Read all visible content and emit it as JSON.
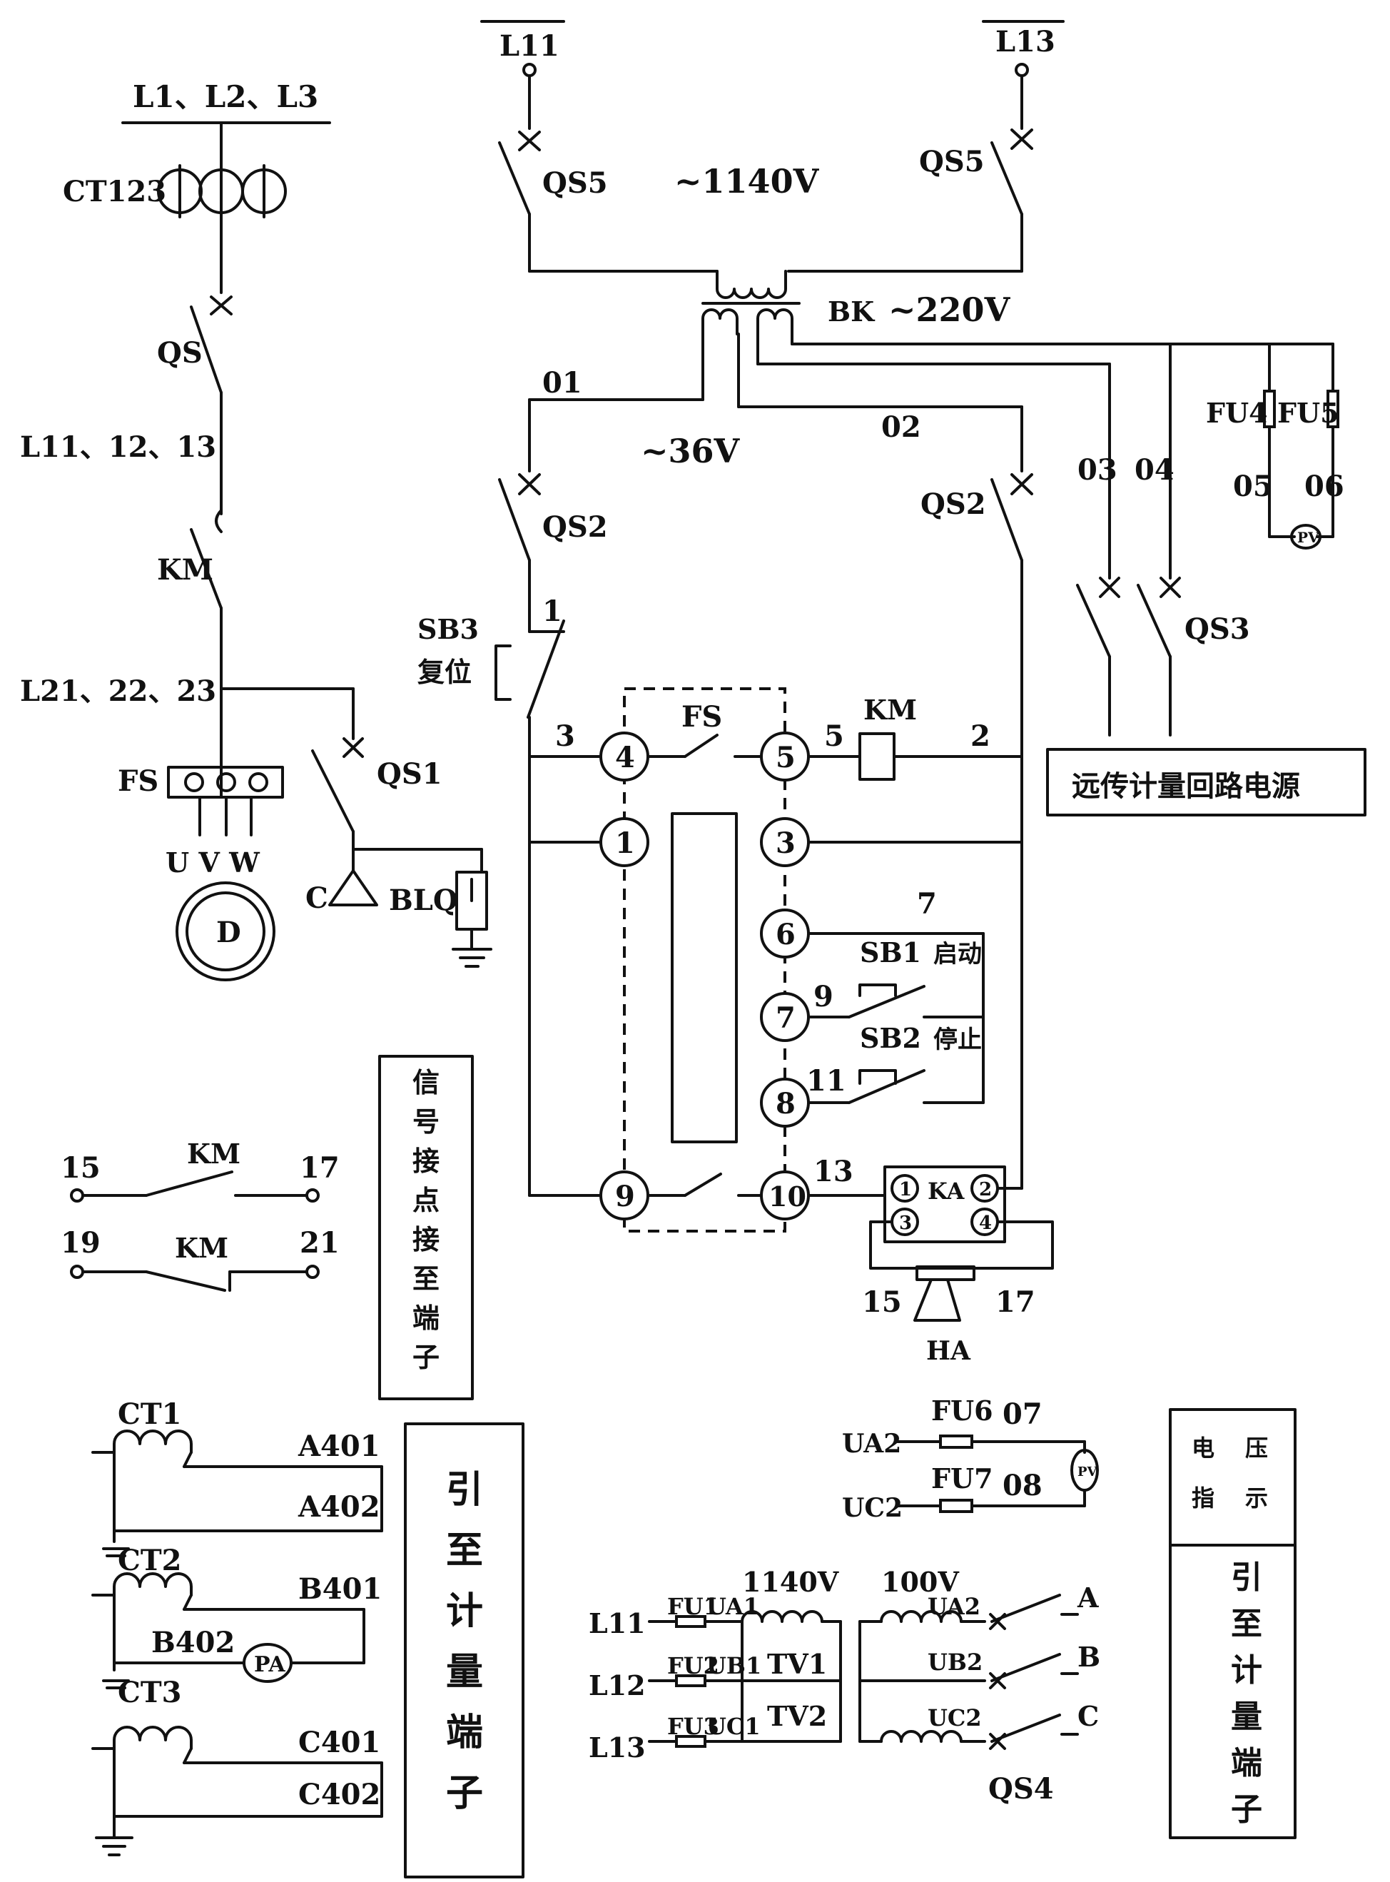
{
  "labels": {
    "l1l2l3": "L1、L2、L3",
    "ct123": "CT123",
    "qs": "QS",
    "l111213": "L11、12、13",
    "km_main": "KM",
    "l212223": "L21、22、23",
    "fs_main": "FS",
    "uvw": "U V W",
    "motor": "D",
    "c": "C",
    "qs1": "QS1",
    "blq": "BLQ",
    "l11_top": "L11",
    "l13_top": "L13",
    "qs5_left": "QS5",
    "qs5_right": "QS5",
    "v1140": "~1140V",
    "bk": "BK",
    "v220": "~220V",
    "w01": "01",
    "w02": "02",
    "v36": "~36V",
    "qs2_left": "QS2",
    "qs2_right": "QS2",
    "w03": "03",
    "w04": "04",
    "fu4": "FU4",
    "fu5": "FU5",
    "w05": "05",
    "w06": "06",
    "pv": "PV",
    "qs3": "QS3",
    "sb3": "SB3",
    "sb3_reset": "复位",
    "wire1": "1",
    "wire3": "3",
    "fs_ctrl": "FS",
    "wire5": "5",
    "km_coil": "KM",
    "wire2": "2",
    "remote_power": "远传计量回路电源",
    "t4": "4",
    "t5": "5",
    "t1": "1",
    "t3": "3",
    "t6": "6",
    "t7": "7",
    "t8": "8",
    "t9": "9",
    "t10": "10",
    "wire7": "7",
    "sb1": "SB1",
    "sb1_func": "启动",
    "wire9": "9",
    "sb2": "SB2",
    "sb2_func": "停止",
    "wire11": "11",
    "wire13": "13",
    "ka": "KA",
    "ka1": "1",
    "ka2": "2",
    "ka3": "3",
    "ka4": "4",
    "w15b": "15",
    "w17b": "17",
    "ha": "HA",
    "signal_box": [
      "信",
      "号",
      "接",
      "点",
      "接",
      "至",
      "端",
      "子"
    ],
    "c15": "15",
    "c17": "17",
    "c19": "19",
    "c21": "21",
    "km_no": "KM",
    "km_nc": "KM",
    "ct1": "CT1",
    "ct2": "CT2",
    "ct3": "CT3",
    "a401": "A401",
    "a402": "A402",
    "b401": "B401",
    "b402": "B402",
    "pa": "PA",
    "c401": "C401",
    "c402": "C402",
    "meter_box_mid": [
      "引",
      "至",
      "计",
      "量",
      "端",
      "子"
    ],
    "ua2_top": "UA2",
    "uc2_top": "UC2",
    "fu6": "FU6",
    "fu7": "FU7",
    "w07": "07",
    "w08": "08",
    "pv2": "PV",
    "voltage_box": [
      "电",
      "压",
      "指",
      "示"
    ],
    "meter_box_right": [
      "引",
      "至",
      "计",
      "量",
      "端",
      "子"
    ],
    "l11_b": "L11",
    "l12_b": "L12",
    "l13_b": "L13",
    "fu1": "FU1",
    "fu2": "FU2",
    "fu3": "FU3",
    "ua1": "UA1",
    "ub1": "UB1",
    "uc1": "UC1",
    "v1140b": "1140V",
    "tv1": "TV1",
    "tv2": "TV2",
    "v100": "100V",
    "ua2": "UA2",
    "ub2": "UB2",
    "uc2": "UC2",
    "pa_a": "A",
    "pb_b": "B",
    "pc_c": "C",
    "qs4": "QS4"
  }
}
